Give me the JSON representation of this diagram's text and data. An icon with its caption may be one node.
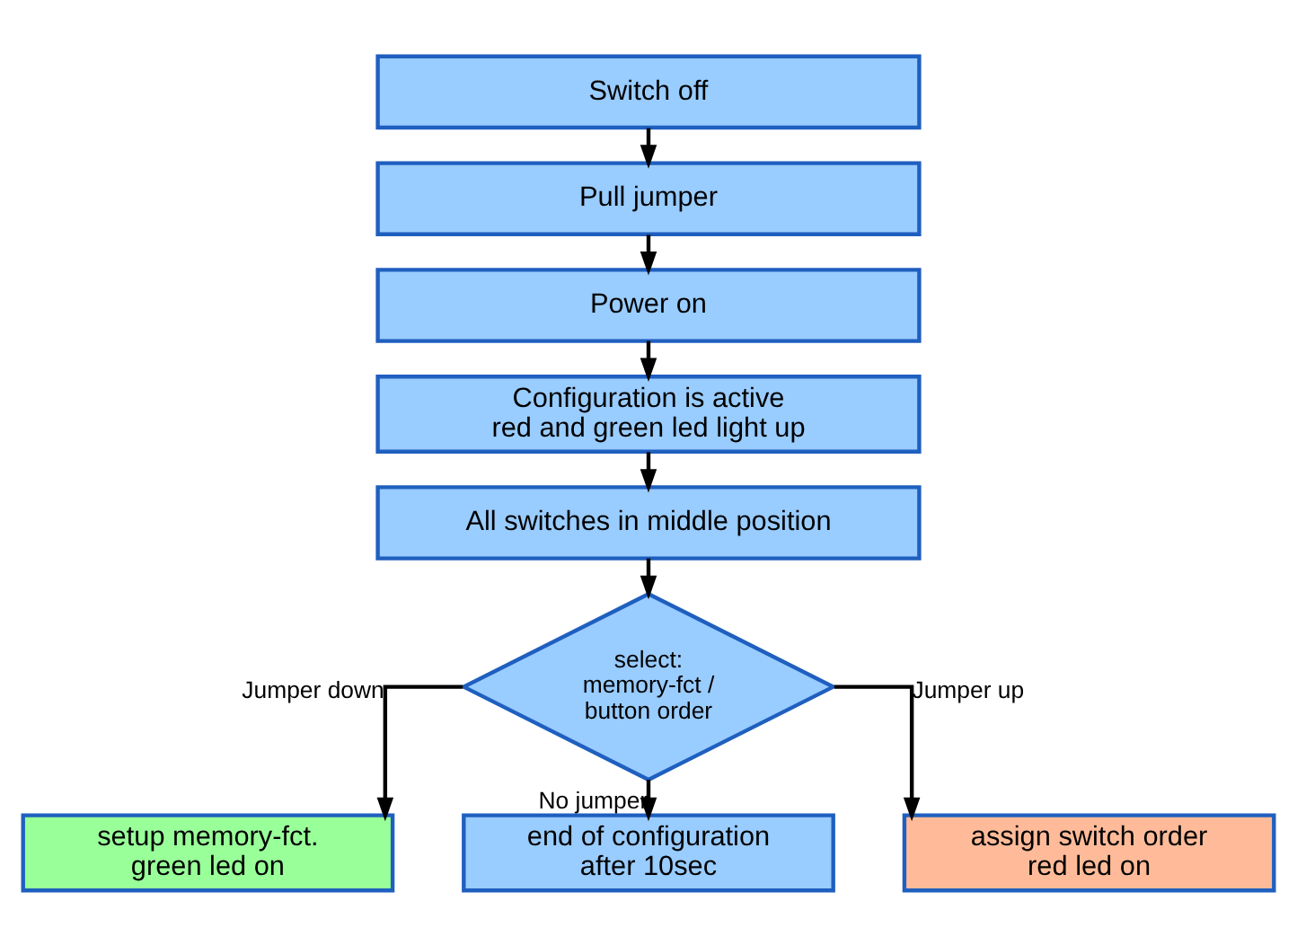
{
  "diagram": {
    "nodes": [
      {
        "text": [
          "Switch off"
        ]
      },
      {
        "text": [
          "Pull jumper"
        ]
      },
      {
        "text": [
          "Power on"
        ]
      },
      {
        "text": [
          "Configuration is active red and green led light up"
        ]
      },
      {
        "text": [
          "All switches in middle position"
        ]
      },
      {
        "text": [
          "select: memory-fct / button order"
        ]
      },
      {
        "text": [
          "setup memory-fct. green led on"
        ]
      },
      {
        "text": [
          "end of configuration after 10sec"
        ]
      },
      {
        "text": [
          "assign switch order red led on"
        ]
      }
    ],
    "edges": [
      {
        "from": 0,
        "to": 1,
        "arrow": "to"
      },
      {
        "from": 1,
        "to": 2,
        "arrow": "to"
      },
      {
        "from": 2,
        "to": 3,
        "arrow": "to"
      },
      {
        "from": 3,
        "to": 4,
        "arrow": "to"
      },
      {
        "from": 4,
        "to": 5,
        "arrow": "to"
      },
      {
        "from": 5,
        "to": 6,
        "arrow": "to",
        "label": "Jumper down"
      },
      {
        "from": 5,
        "to": 7,
        "arrow": "to",
        "label": "No jumper"
      },
      {
        "from": 5,
        "to": 8,
        "arrow": "to",
        "label": "Jumper up"
      }
    ]
  }
}
